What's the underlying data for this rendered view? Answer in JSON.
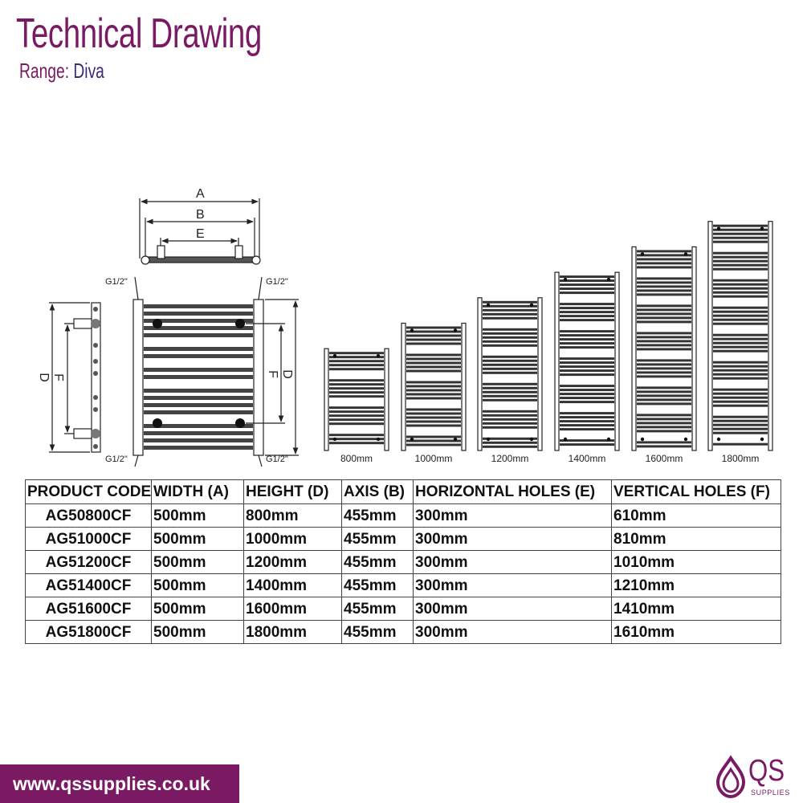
{
  "header": {
    "title": "Technical Drawing",
    "range_label": "Range:",
    "range_value": "Diva"
  },
  "drawing": {
    "dimension_a": "A",
    "dimension_b": "B",
    "dimension_e": "E",
    "dimension_d": "D",
    "dimension_f": "F",
    "connection": "G1/2\""
  },
  "size_variants": [
    "800mm",
    "1000mm",
    "1200mm",
    "1400mm",
    "1600mm",
    "1800mm"
  ],
  "table": {
    "headers": [
      "PRODUCT CODE",
      "WIDTH (A)",
      "HEIGHT (D)",
      "AXIS (B)",
      "HORIZONTAL HOLES (E)",
      "VERTICAL HOLES (F)"
    ],
    "rows": [
      [
        "AG50800CF",
        "500mm",
        "800mm",
        "455mm",
        "300mm",
        "610mm"
      ],
      [
        "AG51000CF",
        "500mm",
        "1000mm",
        "455mm",
        "300mm",
        "810mm"
      ],
      [
        "AG51200CF",
        "500mm",
        "1200mm",
        "455mm",
        "300mm",
        "1010mm"
      ],
      [
        "AG51400CF",
        "500mm",
        "1400mm",
        "455mm",
        "300mm",
        "1210mm"
      ],
      [
        "AG51600CF",
        "500mm",
        "1600mm",
        "455mm",
        "300mm",
        "1410mm"
      ],
      [
        "AG51800CF",
        "500mm",
        "1800mm",
        "455mm",
        "300mm",
        "1610mm"
      ]
    ]
  },
  "footer": {
    "website": "www.qssupplies.co.uk",
    "logo_text": "QS",
    "logo_subtext": "SUPPLIES"
  },
  "colors": {
    "brand": "#7a1a63",
    "accent": "#3d2a78"
  }
}
